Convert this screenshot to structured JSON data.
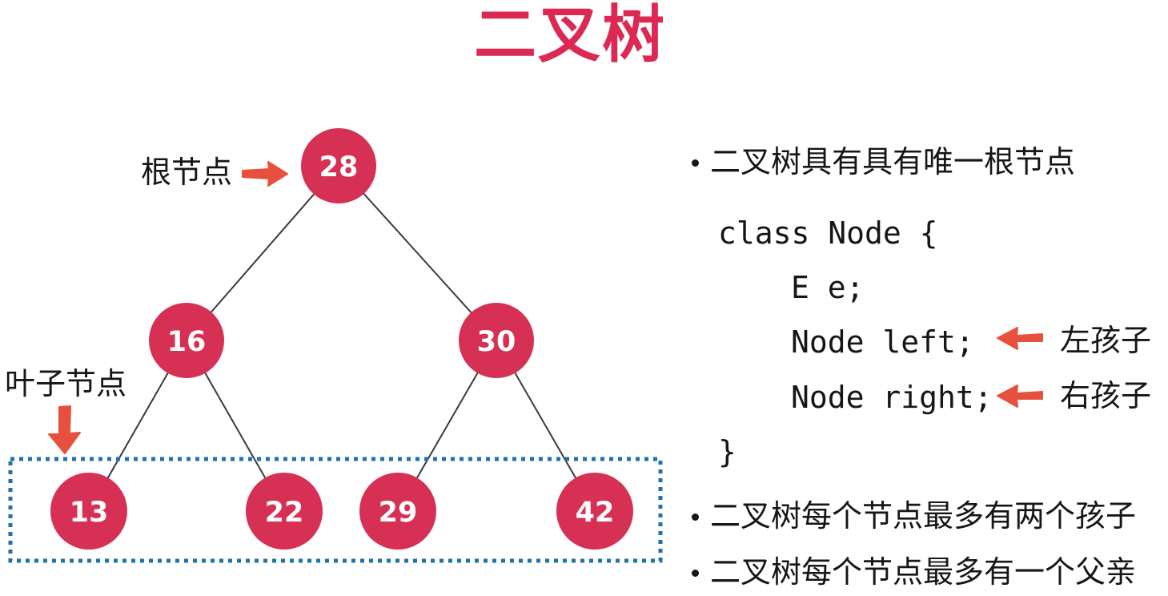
{
  "page": {
    "title": "二叉树"
  },
  "colors": {
    "background": "#FFFFFF",
    "title": "#DC2953",
    "node": "#D63054",
    "node-text": "#FFFFFF",
    "edge": "#3A3A3A",
    "leaf-box": "#2072AC",
    "arrow": "#E8503E",
    "text": "#161616"
  },
  "tree": {
    "root_label": "根节点",
    "leaf_label": "叶子节点",
    "nodes": [
      {
        "name": "root",
        "value": "28"
      },
      {
        "name": "left-child",
        "value": "16"
      },
      {
        "name": "right-child",
        "value": "30"
      },
      {
        "name": "leaf-1",
        "value": "13"
      },
      {
        "name": "leaf-2",
        "value": "22"
      },
      {
        "name": "leaf-3",
        "value": "29"
      },
      {
        "name": "leaf-4",
        "value": "42"
      }
    ],
    "edges": [
      [
        "28",
        "16"
      ],
      [
        "28",
        "30"
      ],
      [
        "16",
        "13"
      ],
      [
        "16",
        "22"
      ],
      [
        "30",
        "29"
      ],
      [
        "30",
        "42"
      ]
    ]
  },
  "notes": {
    "bullets": [
      "二叉树具有具有唯一根节点",
      "二叉树每个节点最多有两个孩子",
      "二叉树每个节点最多有一个父亲"
    ]
  },
  "code": {
    "line_class": "class Node {",
    "line_e": "E e;",
    "line_left": "Node left;",
    "line_right": "Node right;",
    "line_close": "}",
    "label_left_child": "左孩子",
    "label_right_child": "右孩子"
  }
}
